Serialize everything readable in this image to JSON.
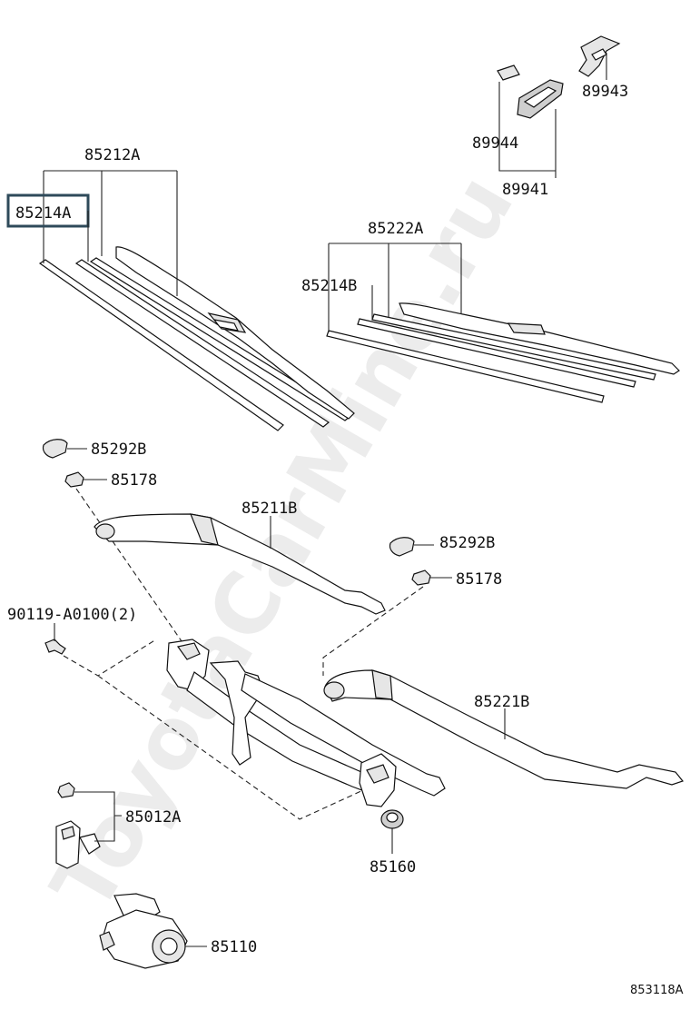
{
  "watermark": "ToyotaCarMine.ru",
  "diagram_code": "853118A",
  "colors": {
    "line": "#111111",
    "highlight_box": "#2e4a5a",
    "watermark": "#ececec"
  },
  "labels": {
    "front_blade_assy": "85212A",
    "front_blade_rubber": "85214A",
    "rear_blade_assy": "85222A",
    "rear_blade_rubber": "85214B",
    "cover_top": "89943",
    "cover_mid": "89944",
    "cover_assy": "89941",
    "cap_left": "85292B",
    "nut_left": "85178",
    "arm_left": "85211B",
    "cap_right": "85292B",
    "nut_right": "85178",
    "bolt": "90119-A0100(2)",
    "arm_right": "85221B",
    "link_assy": "85012A",
    "pivot": "85160",
    "motor": "85110"
  }
}
